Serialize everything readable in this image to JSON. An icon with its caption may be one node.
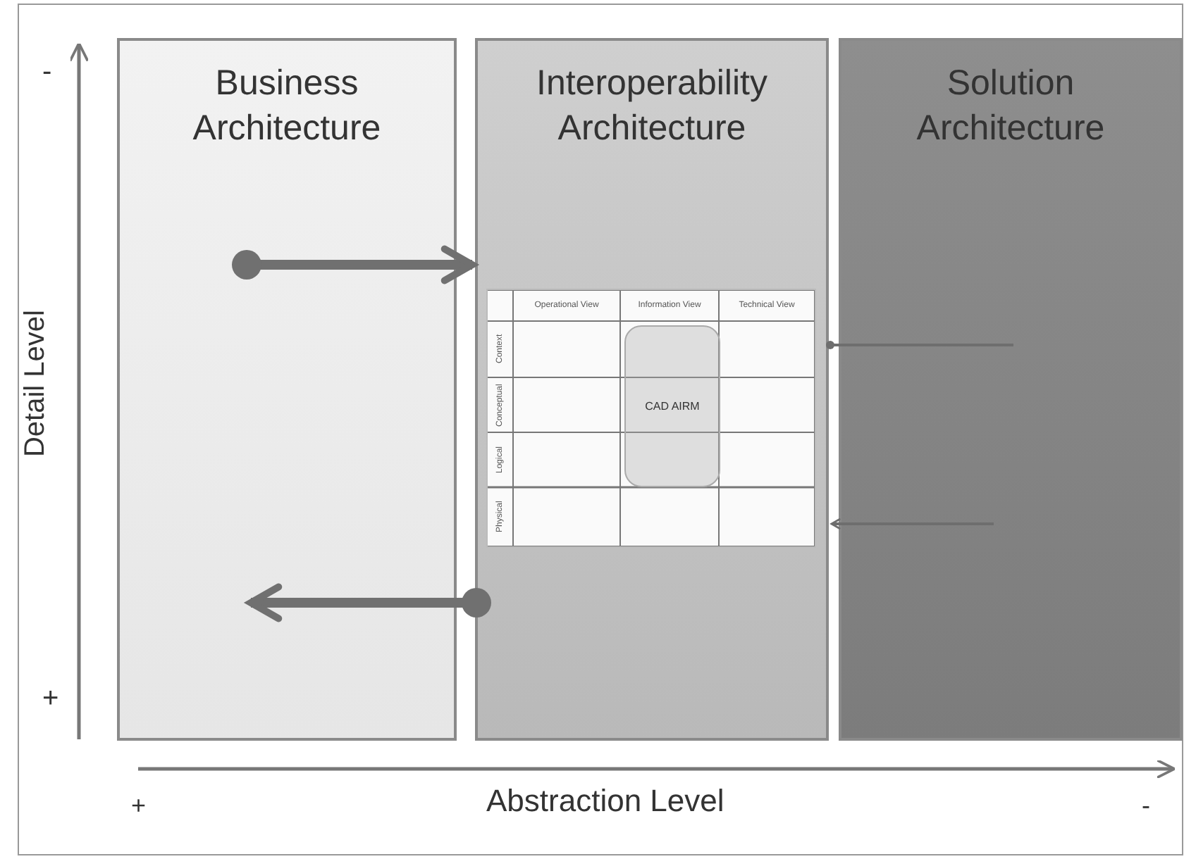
{
  "diagram": {
    "nodes": [
      {
        "text": [
          "Business Architecture"
        ]
      },
      {
        "text": [
          "Interoperability Architecture"
        ]
      },
      {
        "text": [
          "Solution Architecture"
        ]
      },
      {
        "text": [
          "CAD AIRM"
        ],
        "in": 1
      }
    ],
    "edges": [
      {
        "from": 0,
        "to": 1,
        "arrow": "to",
        "style": "thick"
      },
      {
        "from": 1,
        "to": 0,
        "arrow": "to",
        "style": "thick"
      },
      {
        "from": 1,
        "to": 2,
        "arrow": "other"
      },
      {
        "from": 2,
        "to": 1,
        "arrow": "to"
      }
    ],
    "labels": [
      "-",
      "Detail Level",
      "+",
      "Operational View",
      "Information View",
      "Technical View",
      "Context",
      "Conceptual",
      "Logical",
      "Physical",
      "+",
      "Abstraction Level",
      "-"
    ]
  }
}
